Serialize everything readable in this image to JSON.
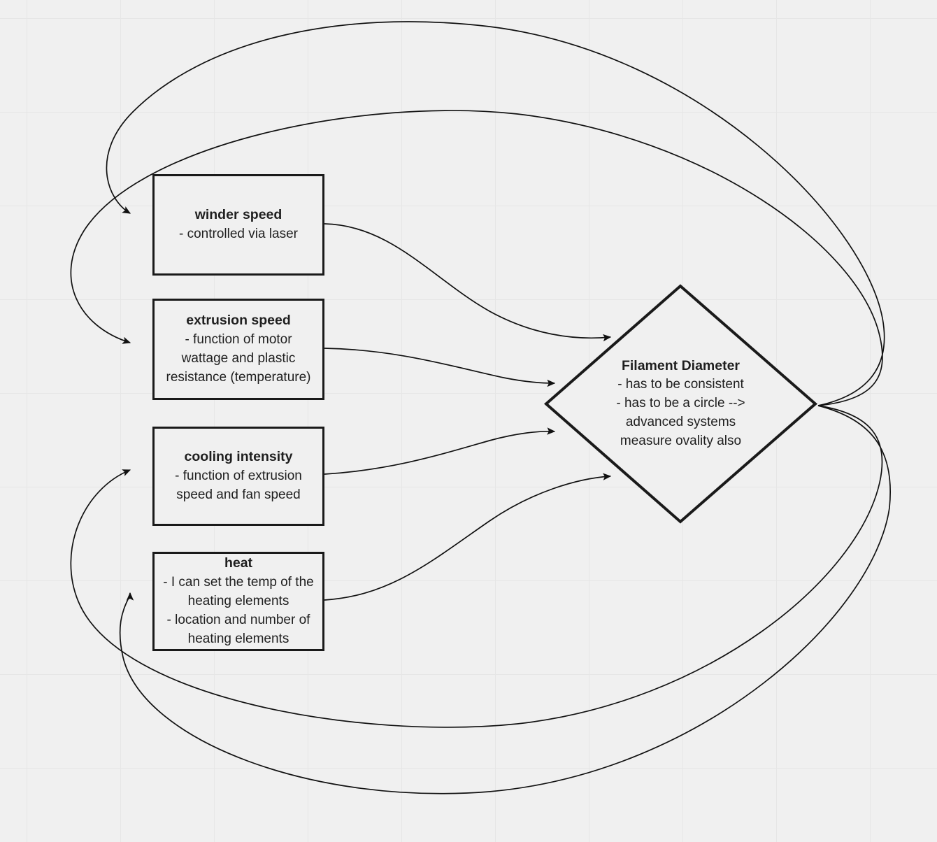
{
  "diagram": {
    "title": "Filament Diameter causal loop diagram",
    "background_color": "#f0f0f0",
    "grid_color": "#e6e6e6",
    "stroke_color": "#1a1a1a",
    "text_color": "#1f1f1f"
  },
  "nodes": [
    {
      "id": "winder-speed",
      "shape": "rect",
      "title": "winder speed",
      "lines": [
        "- controlled via laser"
      ]
    },
    {
      "id": "extrusion-speed",
      "shape": "rect",
      "title": "extrusion speed",
      "lines": [
        "- function of motor\nwattage and plastic\nresistance (temperature)"
      ]
    },
    {
      "id": "cooling-intensity",
      "shape": "rect",
      "title": "cooling intensity",
      "lines": [
        "- function of extrusion\nspeed and fan speed"
      ]
    },
    {
      "id": "heat",
      "shape": "rect",
      "title": "heat",
      "lines": [
        "- I can set the temp of the\nheating elements\n- location and number of\nheating elements"
      ]
    },
    {
      "id": "filament-diameter",
      "shape": "diamond",
      "title": "Filament Diameter",
      "lines": [
        "- has to be consistent\n- has to be a circle -->\nadvanced systems\nmeasure ovality also"
      ]
    }
  ],
  "edges": [
    {
      "id": "edge-winder-to-diameter",
      "from": "winder speed",
      "to": "Filament Diameter",
      "label": ""
    },
    {
      "id": "edge-extrusion-to-diameter",
      "from": "extrusion speed",
      "to": "Filament Diameter",
      "label": ""
    },
    {
      "id": "edge-cooling-to-diameter",
      "from": "cooling intensity",
      "to": "Filament Diameter",
      "label": ""
    },
    {
      "id": "edge-heat-to-diameter",
      "from": "heat",
      "to": "Filament Diameter",
      "label": ""
    },
    {
      "id": "edge-diameter-to-winder",
      "from": "Filament Diameter",
      "to": "winder speed",
      "label": ""
    },
    {
      "id": "edge-diameter-to-extrusion",
      "from": "Filament Diameter",
      "to": "extrusion speed",
      "label": ""
    },
    {
      "id": "edge-diameter-to-cooling",
      "from": "Filament Diameter",
      "to": "cooling intensity",
      "label": ""
    },
    {
      "id": "edge-diameter-to-heat",
      "from": "Filament Diameter",
      "to": "heat",
      "label": ""
    }
  ]
}
